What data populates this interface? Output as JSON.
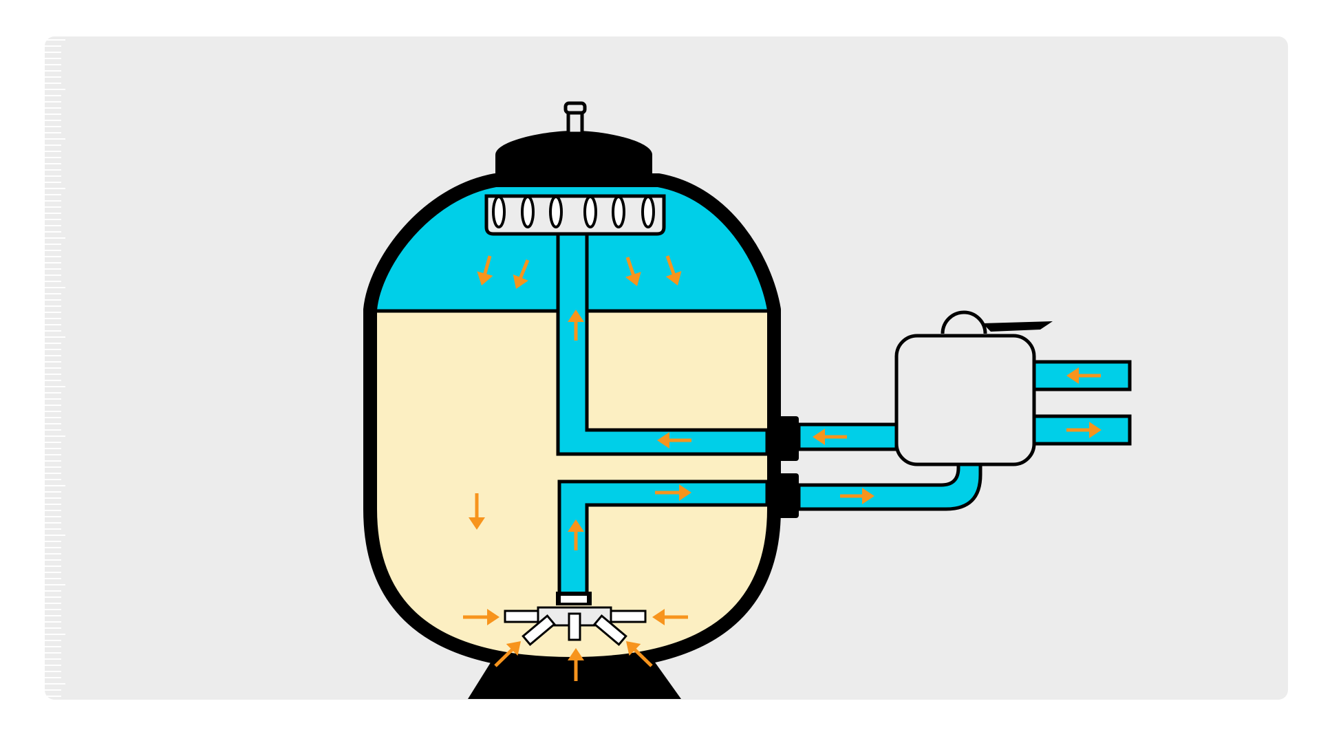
{
  "colors": {
    "water": "#00cfe8",
    "sand": "#fcefc2",
    "outline": "#000000",
    "arrow": "#f7941d",
    "device": "#ececec",
    "background": "#ececec"
  },
  "components": [
    {
      "id": "filter-tank",
      "icon": "tank-icon"
    },
    {
      "id": "top-diffuser",
      "icon": "diffuser-icon"
    },
    {
      "id": "vent-knob",
      "icon": "knob-icon"
    },
    {
      "id": "multiport-valve",
      "icon": "valve-box-icon"
    },
    {
      "id": "lateral-collector",
      "icon": "laterals-icon"
    },
    {
      "id": "base-stand",
      "icon": "stand-icon"
    }
  ]
}
